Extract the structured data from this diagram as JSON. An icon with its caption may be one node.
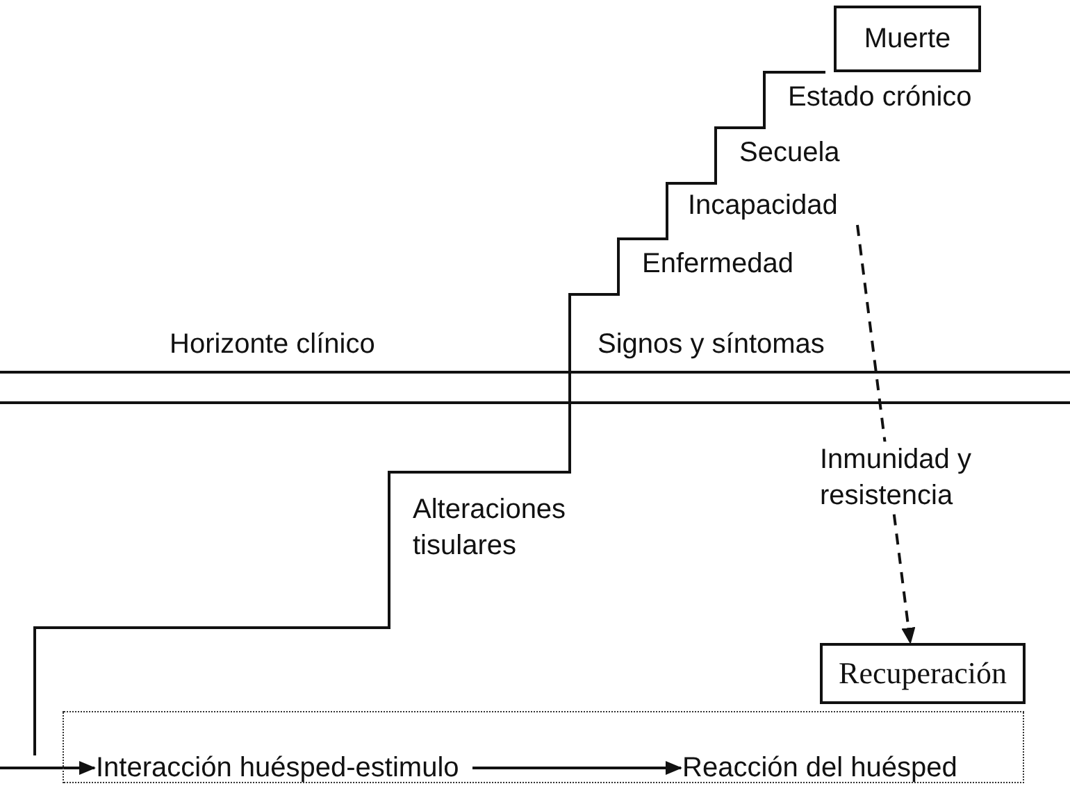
{
  "diagram": {
    "nodes": [
      {
        "text": [
          "Muerte"
        ]
      },
      {
        "text": [
          "Incapacidad"
        ]
      },
      {
        "text": [
          "Recuperación"
        ]
      },
      {
        "text": [],
        "shape": "box"
      },
      {
        "text": [
          "Interacción huésped-estimulo"
        ],
        "in": 3
      },
      {
        "text": [
          "Reacción del huésped"
        ],
        "in": 3
      }
    ],
    "edges": [
      {
        "from": 1,
        "to": 2,
        "arrow": "to",
        "style": "dashed",
        "label": "Inmunidad y resistencia"
      },
      {
        "from": null,
        "to": 4,
        "arrow": "to"
      },
      {
        "from": 4,
        "to": 5,
        "arrow": "to"
      }
    ],
    "labels": [
      "Estado crónico",
      "Secuela",
      "Enfermedad",
      "Horizonte clínico",
      "Signos y síntomas",
      "Alteraciones tisulares"
    ]
  }
}
